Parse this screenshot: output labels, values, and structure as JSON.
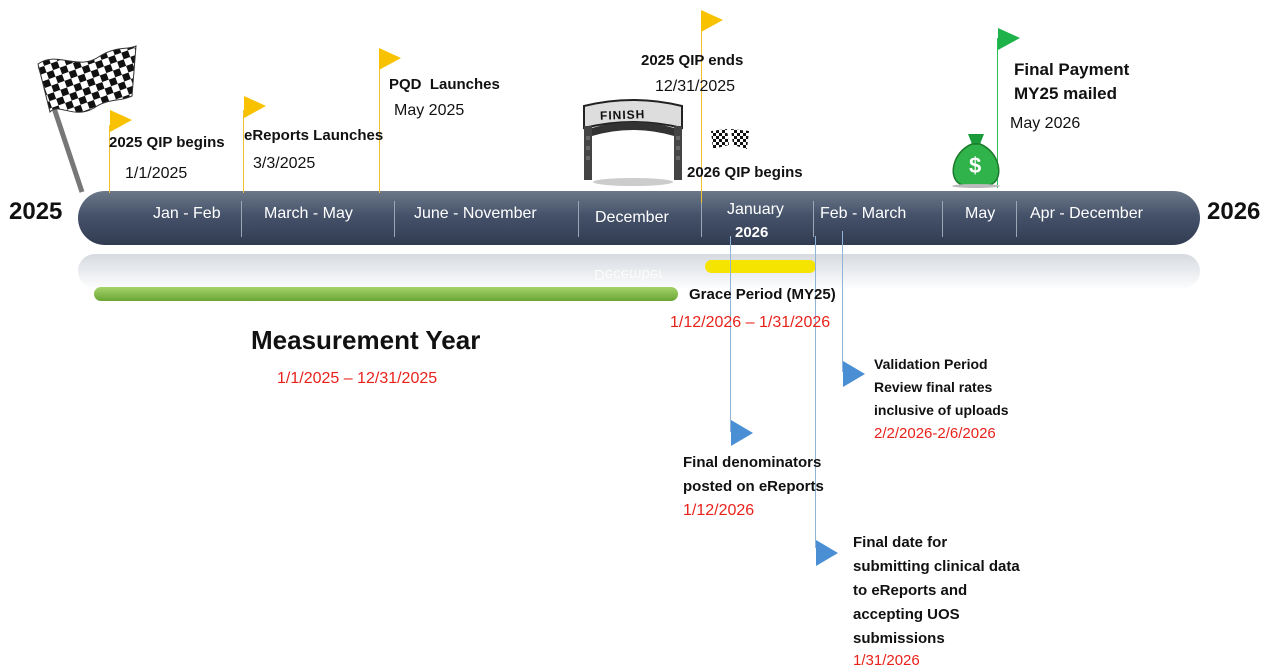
{
  "year_start": "2025",
  "year_end": "2026",
  "timeline_segments": [
    "Jan - Feb",
    "March - May",
    "June - November",
    "December",
    "January",
    "Feb - March",
    "May",
    "Apr - December"
  ],
  "january_year": "2026",
  "reflection_text": "December",
  "milestones": {
    "qip2025_begins": {
      "label": "2025 QIP begins",
      "date": "1/1/2025"
    },
    "ereports_launches": {
      "label": "eReports Launches",
      "date": "3/3/2025"
    },
    "pqd_launches": {
      "label": "PQD  Launches",
      "date": "May 2025"
    },
    "qip2025_ends": {
      "label": "2025 QIP ends",
      "date": "12/31/2025"
    },
    "qip2026_begins": {
      "label": "2026 QIP begins"
    },
    "final_payment": {
      "label_line1": "Final Payment",
      "label_line2": "MY25 mailed",
      "date": "May 2026"
    }
  },
  "finish_banner": "FINISH",
  "money_symbol": "$",
  "measurement_year": {
    "title": "Measurement Year",
    "range": "1/1/2025 – 12/31/2025"
  },
  "grace_period": {
    "title": "Grace Period (MY25)",
    "range": "1/12/2026 – 1/31/2026"
  },
  "validation_period": {
    "lines": [
      "Validation Period",
      "Review final rates",
      "inclusive of uploads"
    ],
    "range": "2/2/2026-2/6/2026"
  },
  "final_denominators": {
    "lines": [
      "Final denominators",
      "posted on eReports"
    ],
    "date": "1/12/2026"
  },
  "final_clinical_date": {
    "lines": [
      "Final date for",
      "submitting clinical data",
      "to eReports and",
      "accepting UOS",
      "submissions"
    ],
    "date": "1/31/2026"
  },
  "colors": {
    "bar": "#46526a",
    "measurement_bar": "#7cb342",
    "grace_bar": "#f5e400",
    "flag_yellow": "#f8c200",
    "flag_green": "#1db34a",
    "date_red": "#e8221b",
    "pointer_blue": "#4a8fd4"
  }
}
